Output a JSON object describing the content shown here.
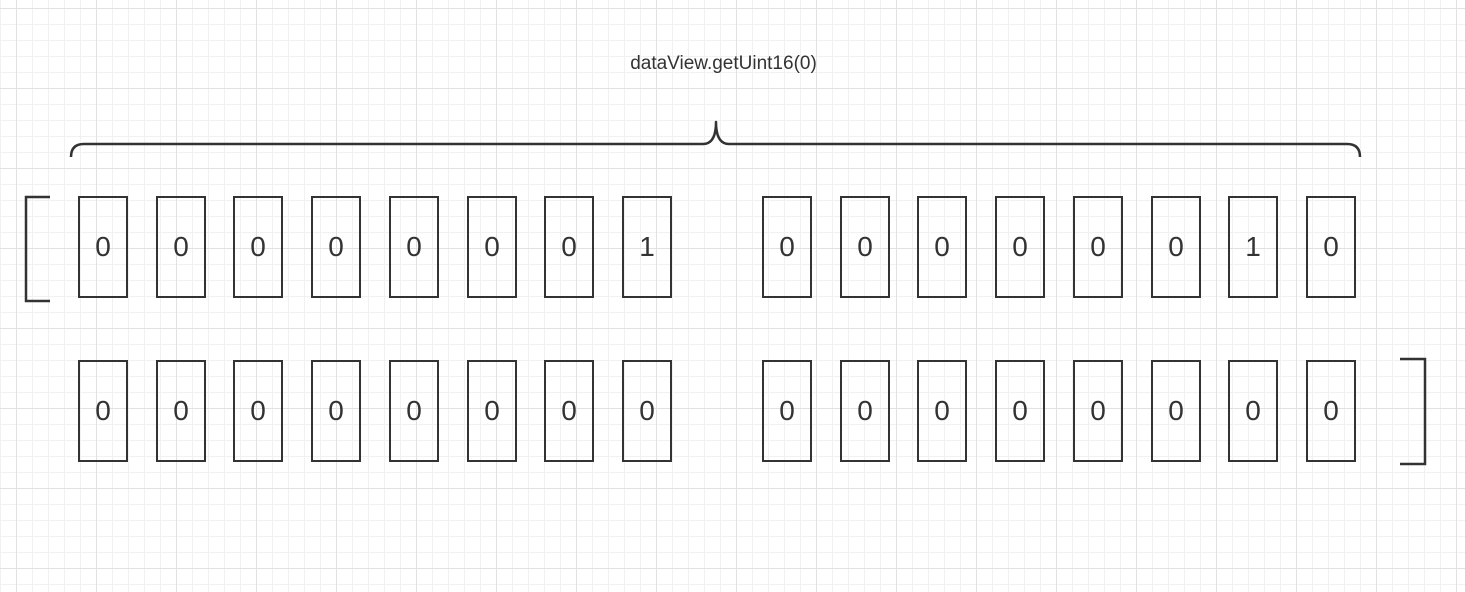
{
  "caption": "dataView.getUint16(0)",
  "rows": [
    {
      "bytes": [
        [
          "0",
          "0",
          "0",
          "0",
          "0",
          "0",
          "0",
          "1"
        ],
        [
          "0",
          "0",
          "0",
          "0",
          "0",
          "0",
          "1",
          "0"
        ]
      ]
    },
    {
      "bytes": [
        [
          "0",
          "0",
          "0",
          "0",
          "0",
          "0",
          "0",
          "0"
        ],
        [
          "0",
          "0",
          "0",
          "0",
          "0",
          "0",
          "0",
          "0"
        ]
      ]
    }
  ],
  "colors": {
    "stroke": "#333333",
    "grid_major": "#e1e1e1",
    "grid_minor": "#f1f1f1"
  }
}
